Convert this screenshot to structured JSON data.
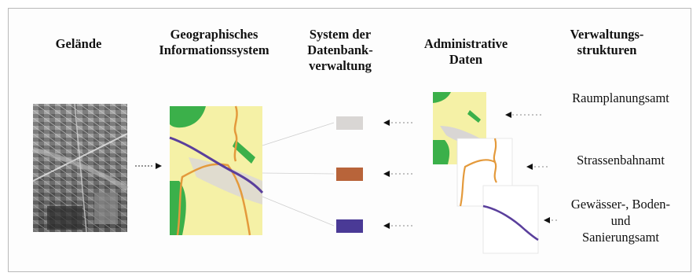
{
  "headers": {
    "terrain": "Gelände",
    "gis": "Geographisches Informationssystem",
    "dbms": "System der Datenbank- verwaltung",
    "admin_data": "Administrative Daten",
    "structures": "Verwaltungs- strukturen"
  },
  "offices": {
    "planning": "Raumplanungsamt",
    "tram": "Strassenbahnamt",
    "water": "Gewässer-, Boden- und Sanierungsamt"
  },
  "colors": {
    "map_background": "#f5f1a6",
    "green_area": "#3bb04a",
    "grey_area": "#d9d6d4",
    "orange_line": "#e49a3c",
    "purple_line": "#5a3f9c",
    "brown_box": "#b8643a",
    "purple_box": "#4a3a96"
  }
}
